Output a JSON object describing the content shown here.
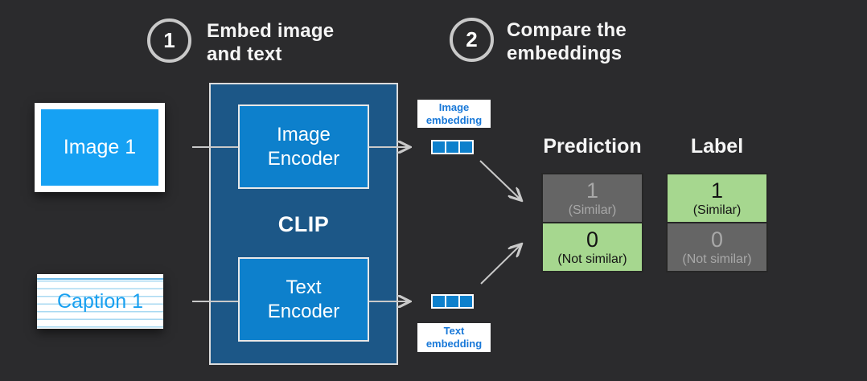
{
  "steps": {
    "step1": {
      "number": "1",
      "line1": "Embed image",
      "line2": "and text"
    },
    "step2": {
      "number": "2",
      "line1": "Compare the",
      "line2": "embeddings"
    }
  },
  "inputs": {
    "image_card_label": "Image 1",
    "caption_card_label": "Caption 1"
  },
  "clip": {
    "title": "CLIP",
    "image_encoder_line1": "Image",
    "image_encoder_line2": "Encoder",
    "text_encoder_line1": "Text",
    "text_encoder_line2": "Encoder"
  },
  "embeddings": {
    "image_label_line1": "Image",
    "image_label_line2": "embedding",
    "text_label_line1": "Text",
    "text_label_line2": "embedding",
    "vector_cell_count": 3
  },
  "comparison": {
    "prediction_header": "Prediction",
    "label_header": "Label",
    "prediction_rows": [
      {
        "value": "1",
        "note": "(Similar)",
        "highlight": false
      },
      {
        "value": "0",
        "note": "(Not similar)",
        "highlight": true
      }
    ],
    "label_rows": [
      {
        "value": "1",
        "note": "(Similar)",
        "highlight": true
      },
      {
        "value": "0",
        "note": "(Not similar)",
        "highlight": false
      }
    ]
  },
  "colors": {
    "background": "#2b2b2d",
    "clip_box_blue": "#1c5787",
    "encoder_blue": "#0d80cc",
    "image_card_blue": "#16a1f3",
    "embedding_text_blue": "#1878d8",
    "similar_green": "#a6d78f",
    "inactive_gray": "#656565",
    "arrow_gray": "#c9c9c9"
  }
}
